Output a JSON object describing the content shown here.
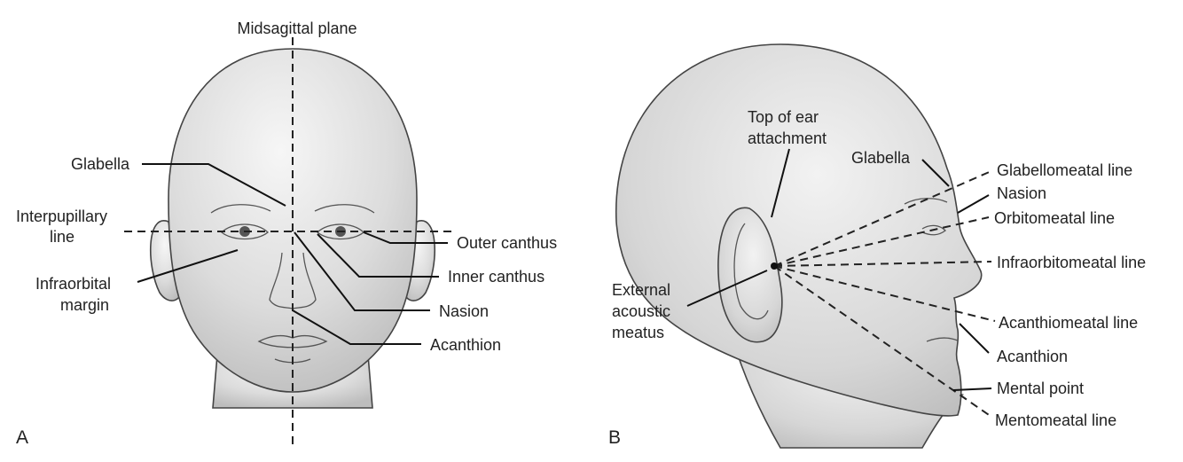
{
  "panel_a": {
    "letter": "A",
    "labels": {
      "midsagittal": "Midsagittal plane",
      "glabella": "Glabella",
      "interpupillary_1": "Interpupillary",
      "interpupillary_2": "line",
      "infraorbital_1": "Infraorbital",
      "infraorbital_2": "margin",
      "outer_canthus": "Outer canthus",
      "inner_canthus": "Inner canthus",
      "nasion": "Nasion",
      "acanthion": "Acanthion"
    }
  },
  "panel_b": {
    "letter": "B",
    "labels": {
      "top_ear_1": "Top of ear",
      "top_ear_2": "attachment",
      "glabella": "Glabella",
      "glabellomeatal": "Glabellomeatal line",
      "nasion": "Nasion",
      "orbitomeatal": "Orbitomeatal line",
      "infraorbitomeatal": "Infraorbitomeatal line",
      "eam_1": "External",
      "eam_2": "acoustic",
      "eam_3": "meatus",
      "acanthiomeatal": "Acanthiomeatal line",
      "acanthion": "Acanthion",
      "mental_point": "Mental point",
      "mentomeatal": "Mentomeatal line"
    }
  }
}
